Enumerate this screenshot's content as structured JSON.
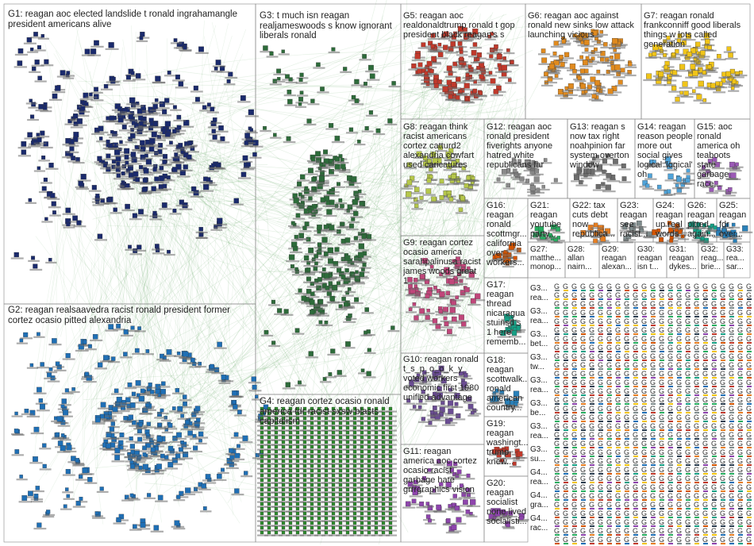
{
  "groups": [
    {
      "id": "G1",
      "label": "G1: reagan aoc elected landslide t ronald ingrahamangle president americans alive"
    },
    {
      "id": "G2",
      "label": "G2: reagan realsaavedra racist ronald president former cortez ocasio pitted alexandria"
    },
    {
      "id": "G3",
      "label": "G3: t much isn reagan realjameswoods s know ignorant liberals ronald"
    },
    {
      "id": "G4",
      "label": "G4: reagan cortez ocasio ronald america fdr racist sxsw blasts capitalism"
    },
    {
      "id": "G5",
      "label": "G5: reagan aoc realdonaldtrump ronald t gop president black reagan's s"
    },
    {
      "id": "G6",
      "label": "G6: reagan aoc against ronald new sinks low attack launching vicious"
    },
    {
      "id": "G7",
      "label": "G7: reagan ronald frankconniff good liberals things w lots called generation"
    },
    {
      "id": "G8",
      "label": "G8: reagan think racist americans cortez catturd2 alexandria cowfart used caricatures"
    },
    {
      "id": "G9",
      "label": "G9: reagan cortez ocasio america sarahpalinusa racist james woods great 1"
    },
    {
      "id": "G10",
      "label": "G10: reagan ronald t_s_p_o_o_k_y voted workers economic first 1980 unified advantage"
    },
    {
      "id": "G11",
      "label": "G11: reagan america aoc cortez ocasio racist garbage hate grrrgraphics vision"
    },
    {
      "id": "G12",
      "label": "G12: reagan aoc ronald president fiverights anyone hatred white republicans far"
    },
    {
      "id": "G13",
      "label": "G13: reagan s now tax right noahpinion far system overton window"
    },
    {
      "id": "G14",
      "label": "G14: reagan reason people more out social gives logical 'logical' oh"
    },
    {
      "id": "G15",
      "label": "G15: aoc ronald america oh teaboots state garbage race..."
    },
    {
      "id": "G16",
      "label": "G16: reagan ronald scottmgr... california over workers..."
    },
    {
      "id": "G17",
      "label": "G17: reagan thread nicaragua stuinsd s 1 here rememb..."
    },
    {
      "id": "G18",
      "label": "G18: reagan scottwalk... ronald american country..."
    },
    {
      "id": "G19",
      "label": "G19: reagan washingt... trump knew..."
    },
    {
      "id": "G20",
      "label": "G20: reagan socialist none lived socialisti..."
    },
    {
      "id": "G21",
      "label": "G21: reagan youtube party..."
    },
    {
      "id": "G22",
      "label": "G22: tax cuts debt now republica..."
    },
    {
      "id": "G23",
      "label": "G23: reagan see racist..."
    },
    {
      "id": "G24",
      "label": "G24: reagan up real words..."
    },
    {
      "id": "G26",
      "label": "G26: reagan pitted again..."
    },
    {
      "id": "G25",
      "label": "G25: reagan fdr over..."
    },
    {
      "id": "G27",
      "label": "G27: matthe... monop..."
    },
    {
      "id": "G28",
      "label": "G28: allan nairn..."
    },
    {
      "id": "G29",
      "label": "G29: reagan alexan..."
    },
    {
      "id": "G30",
      "label": "G30: reagan isn t..."
    },
    {
      "id": "G31",
      "label": "G31: reagan dykes..."
    },
    {
      "id": "G32",
      "label": "G32: reag... brie..."
    },
    {
      "id": "G33",
      "label": "G33: rea... sar..."
    }
  ],
  "small_labels": [
    "G3...",
    "G3...",
    "G3...",
    "G3...",
    "G3...",
    "G3...",
    "G3...",
    "G3...",
    "G4...",
    "G4...",
    "G4..."
  ],
  "small_label_words": [
    "rea...",
    "rea...",
    "bet...",
    "tw...",
    "rea...",
    "be...",
    "rea...",
    "su...",
    "rea...",
    "gra...",
    "rac..."
  ],
  "colors": {
    "edge": "#2e8b2e",
    "frame": "#888888",
    "G1": "#1a2a6c",
    "G2": "#1f6fb5",
    "G3": "#2d6b3a",
    "G4": "#2e8b2e",
    "G5": "#c0392b",
    "G6": "#e08a1e",
    "G7": "#f0c419",
    "G8": "#b5c74a",
    "G9": "#c0467a",
    "G10": "#6a4c93",
    "G11": "#8e44ad",
    "G12": "#8a8a8a",
    "G13": "#6d6d6d",
    "G14": "#4fa3d9",
    "G15": "#9b59b6"
  }
}
